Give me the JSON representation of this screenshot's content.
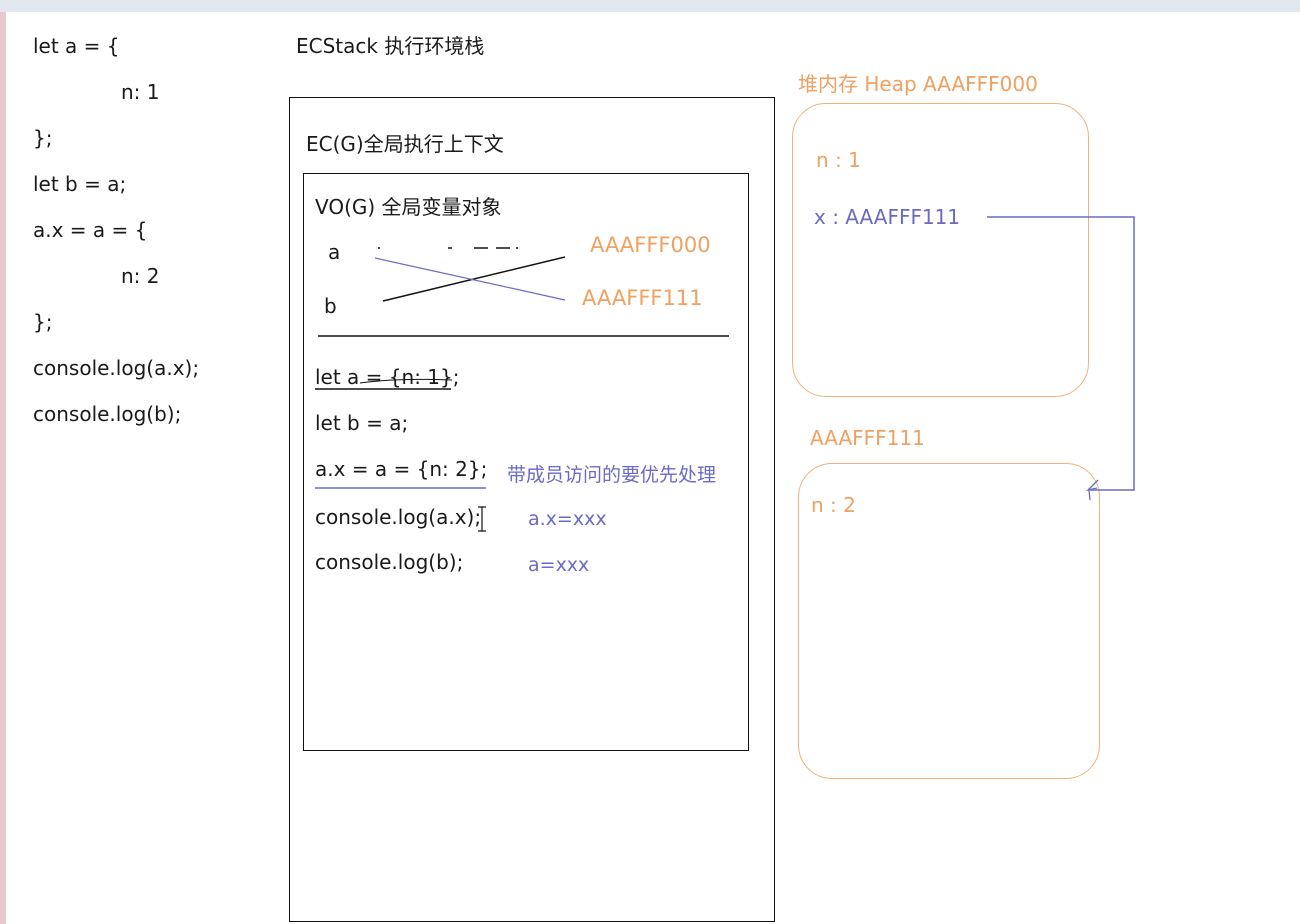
{
  "source_code": [
    "let a = {",
    "n: 1",
    "};",
    "let b = a;",
    "a.x = a = {",
    "n: 2",
    "};",
    "console.log(a.x);",
    "console.log(b);"
  ],
  "ecstack_title": "ECStack 执行环境栈",
  "ecg_title": "EC(G)全局执行上下文",
  "vog_title": "VO(G) 全局变量对象",
  "vars": [
    "a",
    "b"
  ],
  "addresses": [
    "AAAFFF000",
    "AAAFFF111"
  ],
  "exec_lines": [
    "let a = {n: 1};",
    "let b = a;",
    "a.x = a = {n: 2};",
    "console.log(a.x);",
    "console.log(b);"
  ],
  "member_note": "带成员访问的要优先处理",
  "notes": [
    "a.x=xxx",
    "a=xxx"
  ],
  "heap1": {
    "label": "堆内存 Heap  AAAFFF000",
    "props": [
      "n : 1",
      "x : AAAFFF111"
    ]
  },
  "heap2": {
    "label": "AAAFFF111",
    "props": [
      "n : 2"
    ]
  },
  "colors": {
    "orange": "#f0a060",
    "purple": "#6a6ac4",
    "border": "#111111"
  }
}
